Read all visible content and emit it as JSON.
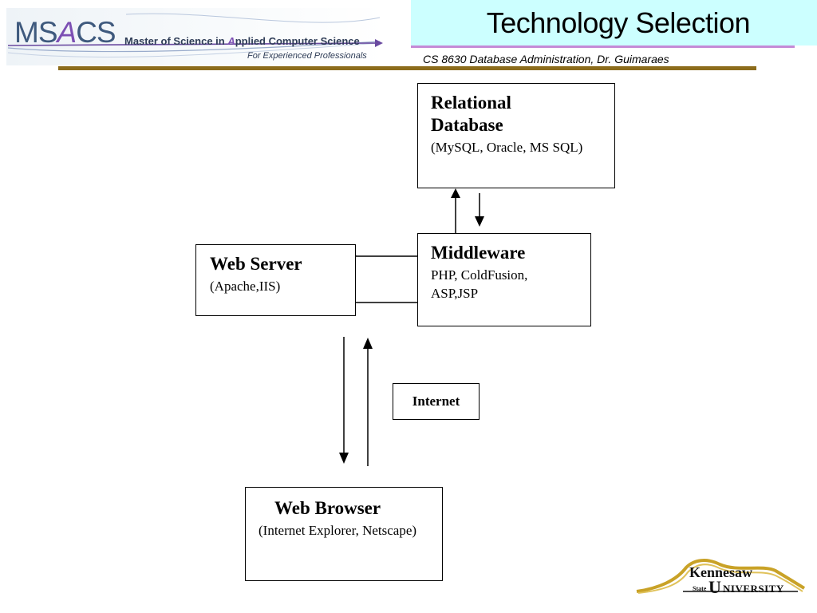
{
  "header": {
    "logo": {
      "ms": "MS",
      "a": "A",
      "cs": "CS",
      "tagline_prefix": "Master of Science in ",
      "tagline_a": "A",
      "tagline_suffix": "pplied Computer Science",
      "subtitle": "For Experienced Professionals"
    },
    "title": "Technology Selection",
    "caption": "CS 8630 Database Administration, Dr. Guimaraes"
  },
  "diagram": {
    "nodes": {
      "database": {
        "title_line1": "Relational",
        "title_line2": "Database",
        "detail": "(MySQL, Oracle, MS SQL)"
      },
      "middleware": {
        "title": "Middleware",
        "detail": "PHP, ColdFusion, ASP,JSP"
      },
      "web_server": {
        "title": "Web Server",
        "detail": "(Apache,IIS)"
      },
      "internet": {
        "title": "Internet"
      },
      "web_browser": {
        "title": "Web Browser",
        "detail": "(Internet Explorer, Netscape)"
      }
    }
  },
  "footer": {
    "logo": {
      "kennesaw": "Kennesaw",
      "state": "State",
      "u": "U",
      "niversity": "NIVERSITY"
    }
  },
  "colors": {
    "title_bg": "#ccffff",
    "title_underline": "#c58ad6",
    "gold_rule": "#8c6c1c",
    "logo_text": "#3f5a7e",
    "logo_accent": "#7c4fb3",
    "ksu_gold": "#c9a227"
  }
}
